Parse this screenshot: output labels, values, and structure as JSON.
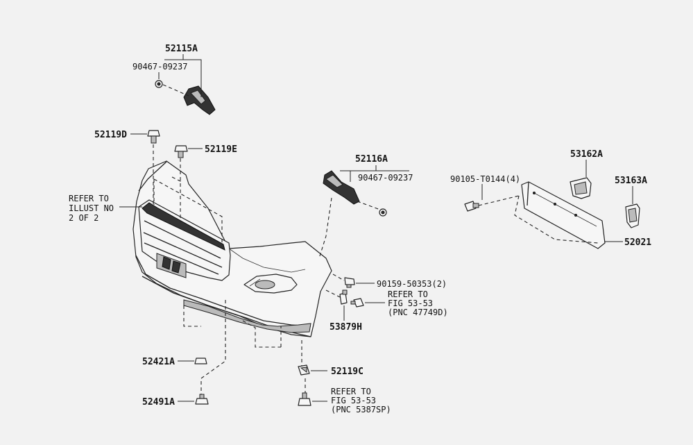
{
  "labels": {
    "p52115A": "52115A",
    "p90467a": "90467-09237",
    "p52119D": "52119D",
    "p52119E": "52119E",
    "refer1_line1": "REFER TO",
    "refer1_line2": "ILLUST NO",
    "refer1_line3": "2 OF 2",
    "p52116A": "52116A",
    "p90467b": "90467-09237",
    "p90105": "90105-T0144(4)",
    "p53162A": "53162A",
    "p53163A": "53163A",
    "p52021": "52021",
    "p90159": "90159-50353(2)",
    "refer2_line1": "REFER TO",
    "refer2_line2": "FIG 53-53",
    "refer2_line3": "(PNC 47749D)",
    "p53879H": "53879H",
    "p52421A": "52421A",
    "p52119C": "52119C",
    "p52491A": "52491A",
    "refer3_line1": "REFER TO",
    "refer3_line2": "FIG 53-53",
    "refer3_line3": "(PNC 5387SP)"
  }
}
